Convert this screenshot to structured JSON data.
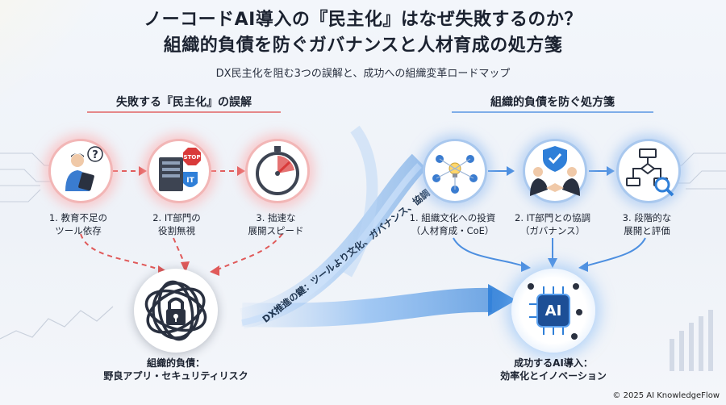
{
  "title_line1": "ノーコードAI導入の『民主化』はなぜ失敗するのか？",
  "title_line2": "組織的負債を防ぐガバナンスと人材育成の処方箋",
  "subtitle": "DX民主化を阻む3つの誤解と、成功への組織変革ロードマップ",
  "left_section": {
    "title": "失敗する『民主化』の誤解",
    "items": [
      {
        "line1": "1. 教育不足の",
        "line2": "ツール依存",
        "icon": "person-tablet-question-icon"
      },
      {
        "line1": "2. IT部門の",
        "line2": "役割無視",
        "icon": "server-stop-sign-icon"
      },
      {
        "line1": "3. 拙速な",
        "line2": "展開スピード",
        "icon": "stopwatch-icon"
      }
    ],
    "result": {
      "line1": "組織的負債：",
      "line2": "野良アプリ・セキュリティリスク",
      "icon": "tangled-lock-icon"
    }
  },
  "right_section": {
    "title": "組織的負債を防ぐ処方箋",
    "items": [
      {
        "line1": "1. 組織文化への投資",
        "line2": "（人材育成・CoE）",
        "icon": "team-lightbulb-icon"
      },
      {
        "line1": "2. IT部門との協調",
        "line2": "（ガバナンス）",
        "icon": "handshake-shield-icon"
      },
      {
        "line1": "3. 段階的な",
        "line2": "展開と評価",
        "icon": "flowchart-magnifier-icon"
      }
    ],
    "result": {
      "line1": "成功するAI導入：",
      "line2": "効率化とイノベーション",
      "icon": "ai-chip-team-icon",
      "chip_text": "AI"
    }
  },
  "arrow_text": "DX推進の鍵：ツールより文化、ガバナンス、協調",
  "copyright": "© 2025 AI KnowledgeFlow",
  "colors": {
    "failure_accent": "#e05a5a",
    "success_accent": "#2f7fd8",
    "dark": "#1d2433"
  }
}
